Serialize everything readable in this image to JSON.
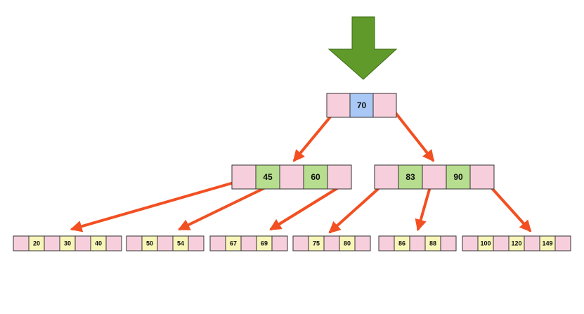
{
  "colors": {
    "pointer_cell": "#f7cfdc",
    "root_key": "#a9c8f5",
    "internal_key": "#b7de8f",
    "leaf_key": "#f7f6b8",
    "border": "#333333",
    "arrow": "#f25022",
    "entry_arrow": "#5f9a2a",
    "entry_arrow_stroke": "#3e6b16"
  },
  "icons": {
    "entry": "entry-arrow-icon",
    "pointer": "red-arrow-icon"
  },
  "tree": {
    "root": {
      "keys": [
        "70"
      ]
    },
    "internal": [
      {
        "keys": [
          "45",
          "60"
        ]
      },
      {
        "keys": [
          "83",
          "90"
        ]
      }
    ],
    "leaves": [
      {
        "keys": [
          "20",
          "30",
          "40"
        ]
      },
      {
        "keys": [
          "50",
          "54"
        ]
      },
      {
        "keys": [
          "67",
          "69"
        ]
      },
      {
        "keys": [
          "75",
          "80"
        ]
      },
      {
        "keys": [
          "86",
          "88"
        ]
      },
      {
        "keys": [
          "100",
          "120",
          "149"
        ]
      }
    ]
  }
}
